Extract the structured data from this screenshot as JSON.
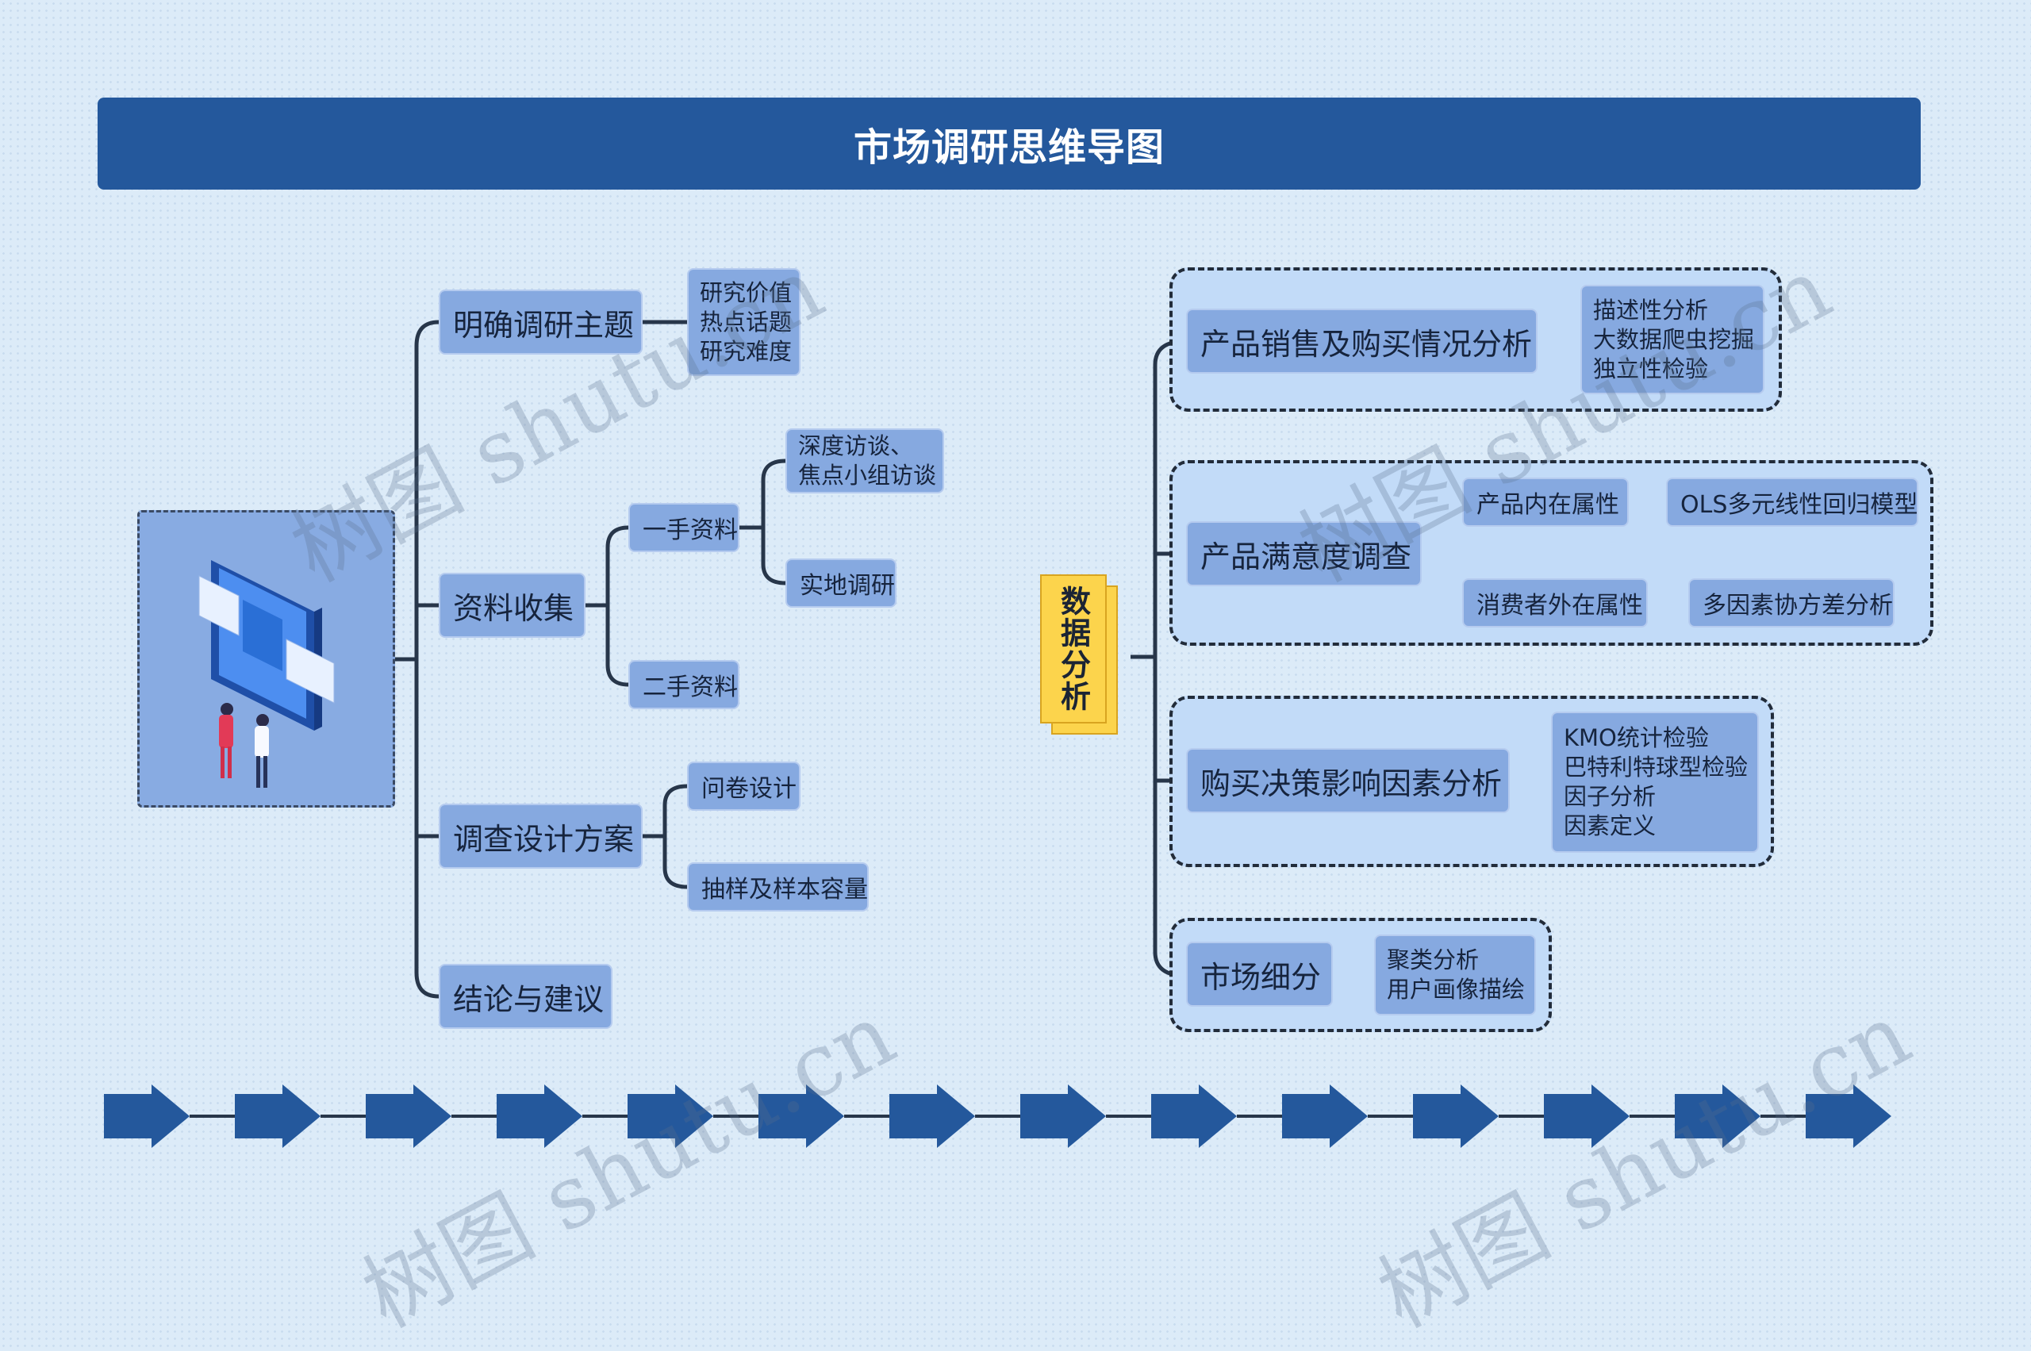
{
  "title": "市场调研思维导图",
  "left": {
    "topic1": {
      "label": "明确调研主题",
      "detail": [
        "研究价值",
        "热点话题",
        "研究难度"
      ]
    },
    "topic2": {
      "label": "资料收集",
      "first_hand": {
        "label": "一手资料",
        "children": [
          [
            "深度访谈、",
            "焦点小组访谈"
          ],
          [
            "实地调研"
          ]
        ]
      },
      "second_hand": {
        "label": "二手资料"
      }
    },
    "topic3": {
      "label": "调查设计方案",
      "children": [
        "问卷设计",
        "抽样及样本容量"
      ]
    },
    "topic4": {
      "label": "结论与建议"
    }
  },
  "central": {
    "label": "数据分析"
  },
  "right": {
    "topic1": {
      "label": "产品销售及购买情况分析",
      "detail": [
        "描述性分析",
        "大数据爬虫挖掘",
        "独立性检验"
      ]
    },
    "topic2": {
      "label": "产品满意度调查",
      "inner": {
        "label": "产品内在属性",
        "child": "OLS多元线性回归模型"
      },
      "outer": {
        "label": "消费者外在属性",
        "child": "多因素协方差分析"
      }
    },
    "topic3": {
      "label": "购买决策影响因素分析",
      "detail": [
        "KMO统计检验",
        "巴特利特球型检验",
        "因子分析",
        "因素定义"
      ]
    },
    "topic4": {
      "label": "市场细分",
      "detail": [
        "聚类分析",
        "用户画像描绘"
      ]
    }
  },
  "arrow_count": 14,
  "watermark": "树图 shutu.cn",
  "colors": {
    "title_bg": "#24589c",
    "node_bg": "#86a9e0",
    "central_bg": "#fcd44c",
    "group_bg": "#c2dbf8",
    "line": "#27364a",
    "arrow": "#24589c"
  }
}
